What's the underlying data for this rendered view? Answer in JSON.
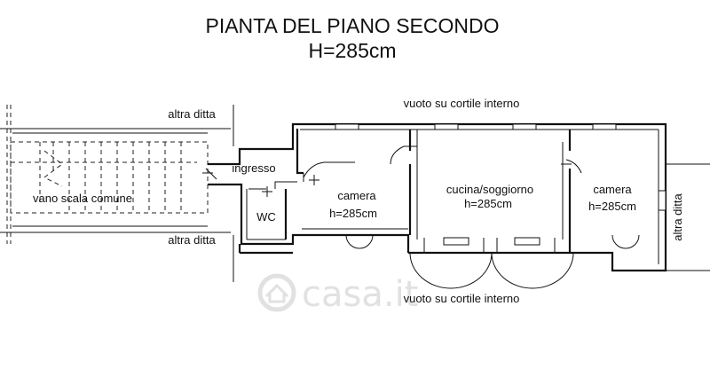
{
  "title": {
    "line1": "PIANTA DEL PIANO SECONDO",
    "line2": "H=285cm"
  },
  "labels": {
    "vuoto_top": "vuoto su cortile interno",
    "vuoto_bottom": "vuoto su cortile interno",
    "altra_ditta_top": "altra ditta",
    "altra_ditta_bottom": "altra ditta",
    "altra_ditta_right": "altra ditta",
    "vano_scala": "vano scala comune",
    "ingresso": "ingresso",
    "wc": "WC"
  },
  "rooms": [
    {
      "name": "camera",
      "height": "h=285cm"
    },
    {
      "name": "cucina/soggiorno",
      "height": "h=285cm"
    },
    {
      "name": "camera",
      "height": "h=285cm"
    }
  ],
  "watermark": {
    "text": "casa.it",
    "icon": "house-logo-icon"
  }
}
